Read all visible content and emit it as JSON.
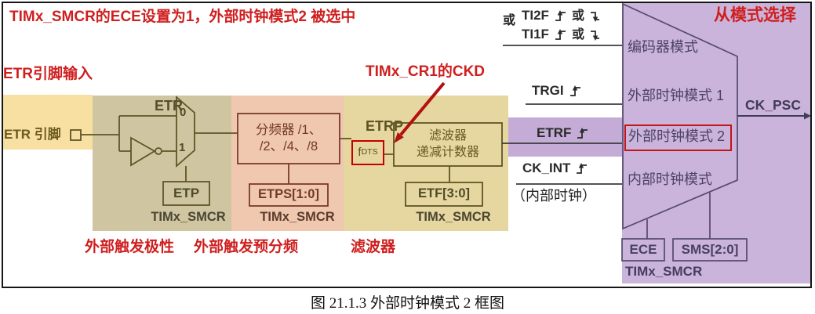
{
  "annotations": {
    "top_note": "TIMx_SMCR的ECE设置为1，外部时钟模式2 被选中",
    "etr_input_note": "ETR引脚输入",
    "ckd_note": "TIMx_CR1的CKD",
    "slave_mode_note": "从模式选择",
    "polarity_label": "外部触发极性",
    "prescaler_label": "外部触发预分频",
    "filter_label": "滤波器"
  },
  "blocks": {
    "etr_pin_label": "ETR 引脚",
    "etr_label": "ETR",
    "mux_input_0": "0",
    "mux_input_1": "1",
    "etp_box": "ETP",
    "smcr_polarity": "TIMx_SMCR",
    "divider_line1": "分频器 /1、",
    "divider_line2": "/2、/4、/8",
    "etps_box": "ETPS[1:0]",
    "smcr_prescaler": "TIMx_SMCR",
    "etrp_label": "ETRP",
    "fdts_base": "f",
    "fdts_sub": "DTS",
    "filter_line1": "滤波器",
    "filter_line2": "递减计数器",
    "etf_box": "ETF[3:0]",
    "smcr_filter": "TIMx_SMCR"
  },
  "signals": {
    "or": "或",
    "ti2f": "TI2F",
    "ti1f": "TI1F",
    "trgi": "TRGI",
    "etrf": "ETRF",
    "ck_int": "CK_INT",
    "ck_int_sub": "（内部时钟）",
    "ck_psc": "CK_PSC"
  },
  "slave_selector": {
    "modes": [
      "编码器模式",
      "外部时钟模式 1",
      "外部时钟模式 2",
      "内部时钟模式"
    ],
    "highlighted_mode": "外部时钟模式 2",
    "ece_box": "ECE",
    "sms_box": "SMS[2:0]",
    "smcr_label": "TIMx_SMCR"
  },
  "caption": "图 21.1.3 外部时钟模式 2 框图",
  "icons": {
    "rising_edge": "rising-edge-icon",
    "falling_edge": "falling-edge-icon",
    "ck_psc_arrow": "arrow-right-icon",
    "ckd_pointer": "red-arrow-icon"
  },
  "colors": {
    "yellow_band": "#f8e0a2",
    "olive_block": "#cfc5a0",
    "pink_block": "#efc8af",
    "tan_block": "#e6d6a0",
    "purple_block": "#cab4db",
    "purple_band": "#c5acd7",
    "annotation_red": "#cf1f1f",
    "highlight_box_red": "#c41414",
    "wire_olive": "#5e5527",
    "wire_maroon": "#7a3a2b",
    "wire_purple": "#56496e",
    "signal_line_dark": "#3b3b3b"
  }
}
